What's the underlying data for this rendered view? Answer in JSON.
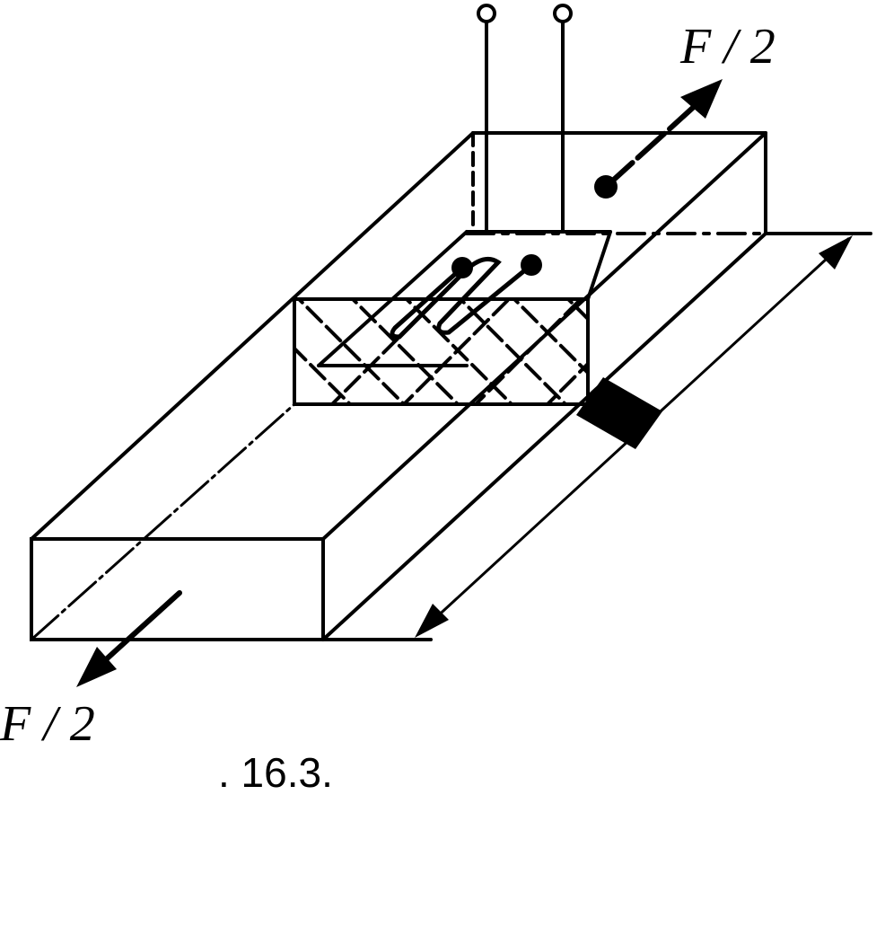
{
  "labels": {
    "force_top": "F / 2",
    "force_bottom": "F / 2"
  },
  "caption": ". 16.3.",
  "colors": {
    "stroke": "#000000",
    "background": "#ffffff"
  }
}
